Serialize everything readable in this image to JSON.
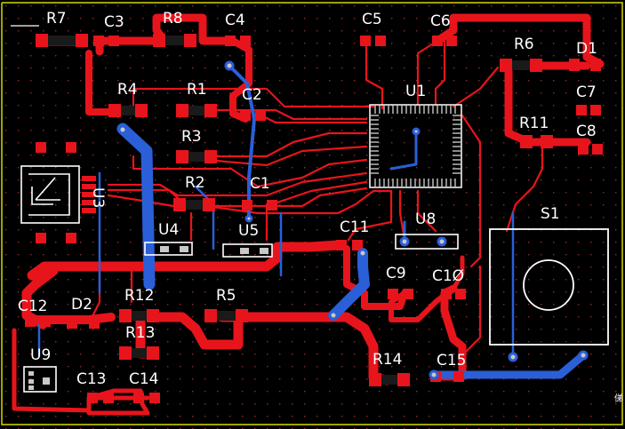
{
  "view": {
    "name": "pcb-layout-view",
    "background": "#000000",
    "grid_dot_color": "#9a3a3a",
    "top_copper_color": "#e8141c",
    "bottom_copper_color": "#2a5fd8",
    "silkscreen_color": "#ffffff",
    "pad_color": "#c8c8c8"
  },
  "components": [
    {
      "id": "R7",
      "label": "R7"
    },
    {
      "id": "C3",
      "label": "C3"
    },
    {
      "id": "R8",
      "label": "R8"
    },
    {
      "id": "C4",
      "label": "C4"
    },
    {
      "id": "C5",
      "label": "C5"
    },
    {
      "id": "C6",
      "label": "C6"
    },
    {
      "id": "R6",
      "label": "R6"
    },
    {
      "id": "D1",
      "label": "D1"
    },
    {
      "id": "R4",
      "label": "R4"
    },
    {
      "id": "R1",
      "label": "R1"
    },
    {
      "id": "C2",
      "label": "C2"
    },
    {
      "id": "U1",
      "label": "U1"
    },
    {
      "id": "C7",
      "label": "C7"
    },
    {
      "id": "R11",
      "label": "R11"
    },
    {
      "id": "C8",
      "label": "C8"
    },
    {
      "id": "R3",
      "label": "R3"
    },
    {
      "id": "U3",
      "label": "U3"
    },
    {
      "id": "R2",
      "label": "R2"
    },
    {
      "id": "C1",
      "label": "C1"
    },
    {
      "id": "S1",
      "label": "S1"
    },
    {
      "id": "U4",
      "label": "U4"
    },
    {
      "id": "U5",
      "label": "U5"
    },
    {
      "id": "C11",
      "label": "C11"
    },
    {
      "id": "U8",
      "label": "U8"
    },
    {
      "id": "C9",
      "label": "C9"
    },
    {
      "id": "C10",
      "label": "C1Ø"
    },
    {
      "id": "R12",
      "label": "R12"
    },
    {
      "id": "R5",
      "label": "R5"
    },
    {
      "id": "C12",
      "label": "C12"
    },
    {
      "id": "D2",
      "label": "D2"
    },
    {
      "id": "R13",
      "label": "R13"
    },
    {
      "id": "U9",
      "label": "U9"
    },
    {
      "id": "R14",
      "label": "R14"
    },
    {
      "id": "C15",
      "label": "C15"
    },
    {
      "id": "C13",
      "label": "C13"
    },
    {
      "id": "C14",
      "label": "C14"
    }
  ],
  "corner_tag": "俤"
}
